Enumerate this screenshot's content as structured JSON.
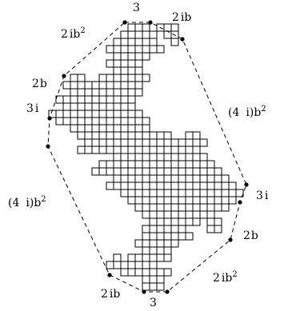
{
  "labels": {
    "top_three": "3",
    "bottom_three": "3",
    "right_three_i": {
      "coef": "3",
      "var": "i"
    },
    "left_three_i": {
      "coef": "3",
      "var": "i"
    },
    "top_right_2ib": {
      "coef": "2",
      "var": "ib"
    },
    "bottom_left_2ib": {
      "coef": "2",
      "var": "ib"
    },
    "top_left_2ib2": {
      "coef": "2",
      "var": "ib",
      "exp": "2"
    },
    "bottom_right_2ib2": {
      "coef": "2",
      "var": "ib",
      "exp": "2"
    },
    "left_2b": {
      "coef": "2",
      "var": "b"
    },
    "right_2b": {
      "coef": "2",
      "var": "b"
    },
    "right_4_i_b2": {
      "paren": "(4",
      "var_i": "i)",
      "var_b": "b",
      "exp": "2"
    },
    "left_4_i_b2": {
      "paren": "(4",
      "var_i": "i)",
      "var_b": "b",
      "exp": "2"
    }
  },
  "colors": {
    "ink": "#000000",
    "background": "#ffffff"
  }
}
